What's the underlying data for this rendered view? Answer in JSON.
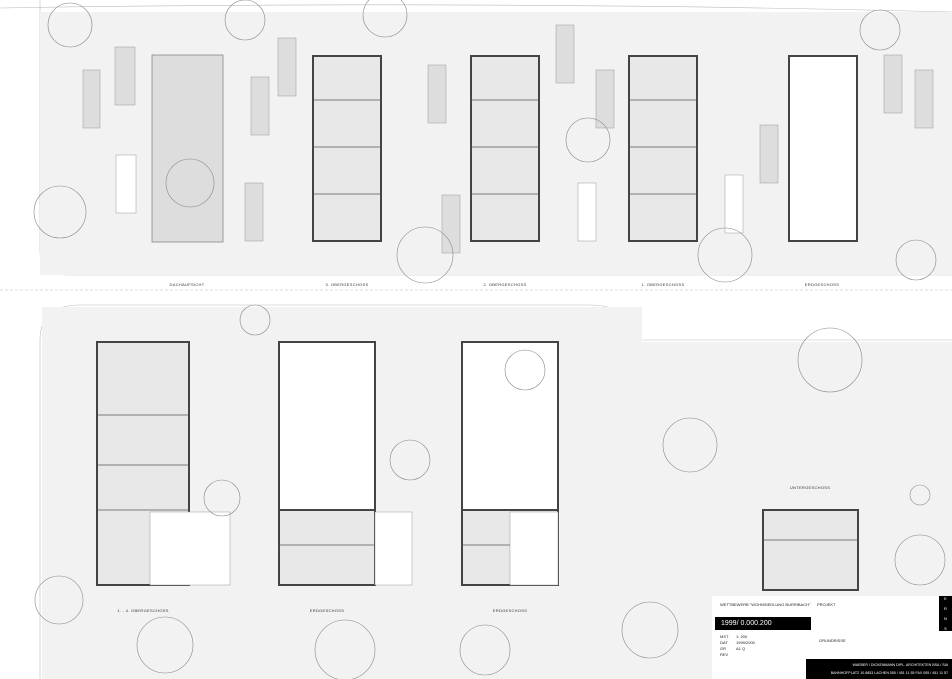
{
  "levels": {
    "top": [
      "DACHAUFSICHT",
      "3. OBERGESCHOSS",
      "2. OBERGESCHOSS",
      "1. OBERGESCHOSS",
      "ERDGESCHOSS"
    ],
    "bottom": [
      "1. - 4. OBERGESCHOSS",
      "ERDGESCHOSS",
      "ERDGESCHOSS"
    ],
    "basement": "UNTERGESCHOSS"
  },
  "title_block": {
    "competition": "WETTBEWERB \"WOHNSIEDLUNG BURRIBACH\"",
    "project_label": "PROJEKT",
    "project_number": "1999/ 0.000.200",
    "meta": [
      {
        "key": "MST",
        "value": "1: 200"
      },
      {
        "key": "DAT",
        "value": "1999/2000"
      },
      {
        "key": "GR",
        "value": "A1 Q"
      },
      {
        "key": "REV",
        "value": ""
      }
    ],
    "drawing": "GRUNDRISSE",
    "vertical_name": "E R N S T",
    "office": "WAEBER / DICKENMANN DIPL. ARCHITEKTEN BSA / SIA",
    "address": "BAHNHOFPLATZ 10 8853 LACHEN 055 / 451 11 55 FAX 055 / 451 11 57"
  }
}
